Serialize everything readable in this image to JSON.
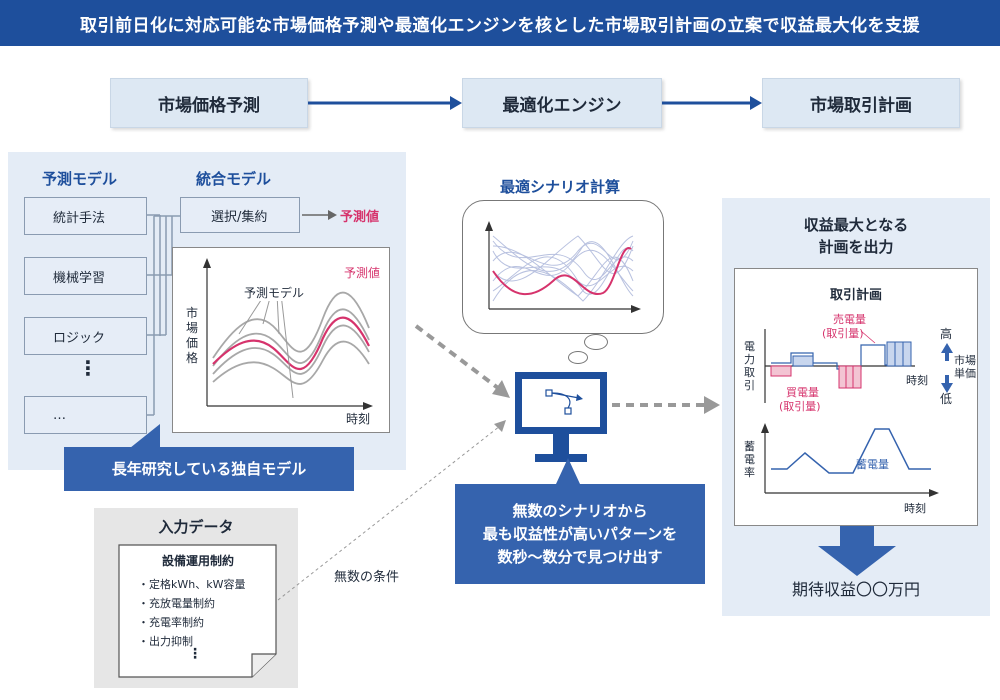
{
  "banner": "取引前日化に対応可能な市場価格予測や最適化エンジンを核とした市場取引計画の立案で収益最大化を支援",
  "flow": [
    "市場価格予測",
    "最適化エンジン",
    "市場取引計画"
  ],
  "left": {
    "pred_model_title": "予測モデル",
    "integ_model_title": "統合モデル",
    "methods": [
      "統計手法",
      "機械学習",
      "ロジック",
      "⋮",
      "…"
    ],
    "select_label": "選択/集約",
    "pred_value": "予測値",
    "chart_pred_models": "予測モデル",
    "chart_pred_value": "予測値",
    "chart_ylabel": "市場価格",
    "chart_xlabel": "時刻",
    "callout": "長年研究している独自モデル"
  },
  "input": {
    "title": "入力データ",
    "doc_title": "設備運用制約",
    "items": [
      "・定格kWh、kW容量",
      "・充放電量制約",
      "・充電率制約",
      "・出力抑制",
      "⋮"
    ],
    "conditions_label": "無数の条件"
  },
  "center": {
    "scenario_title": "最適シナリオ計算",
    "callout_lines": [
      "無数のシナリオから",
      "最も収益性が高いパターンを",
      "数秒〜数分で見つけ出す"
    ]
  },
  "right": {
    "title_lines": [
      "収益最大となる",
      "計画を出力"
    ],
    "plan_title": "取引計画",
    "sell_label": "売電量",
    "sell_sub": "(取引量)",
    "buy_label": "買電量",
    "buy_sub": "(取引量)",
    "power_ylabel": "電力取引",
    "time_label": "時刻",
    "price_high": "高",
    "price_low": "低",
    "market_price": "市場単価",
    "soc_ylabel": "蓄電率",
    "storage_label": "蓄電量",
    "time_label2": "時刻",
    "expected_profit": "期待収益〇〇万円"
  },
  "colors": {
    "banner": "#1e4f9c",
    "accent_red": "#d6336c",
    "callout_blue": "#3563ae",
    "panel": "#e4ecf6"
  }
}
